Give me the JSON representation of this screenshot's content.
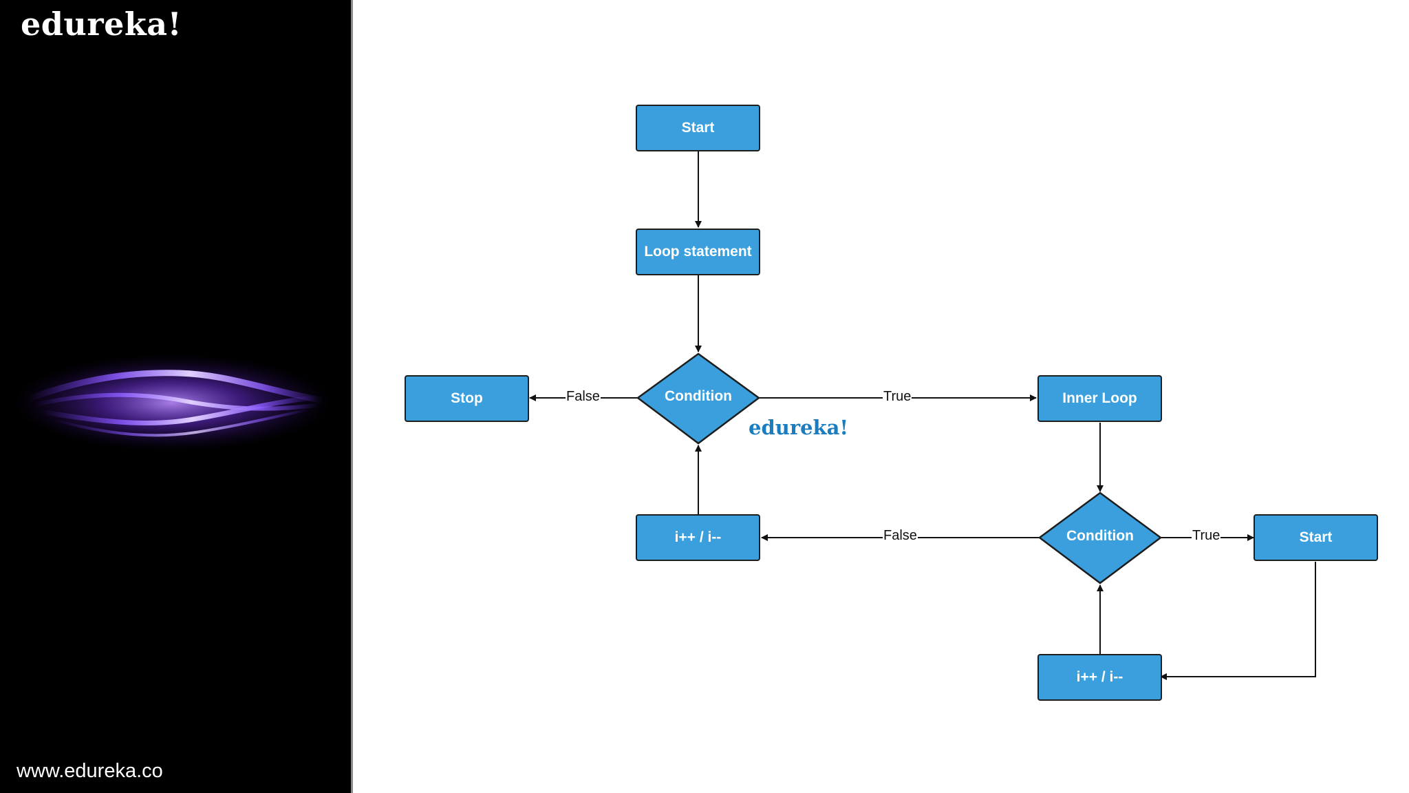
{
  "brand": {
    "logo_top": "edureka!",
    "footer_url": "www.edureka.co",
    "watermark": "edureka!"
  },
  "colors": {
    "node_fill": "#3a9fdc",
    "node_border": "#1d1d1d",
    "watermark": "#1b7dbf",
    "sidebar": "#000000",
    "wave_glow": "#9a5cff"
  },
  "diagram": {
    "nodes": {
      "start": "Start",
      "loop_statement": "Loop statement",
      "outer_condition": "Condition",
      "stop": "Stop",
      "inner_loop": "Inner Loop",
      "outer_increment": "i++ / i--",
      "inner_condition": "Condition",
      "inner_start": "Start",
      "inner_increment": "i++ / i--"
    },
    "edges": {
      "outer_false": "False",
      "outer_true": "True",
      "inner_false": "False",
      "inner_true": "True"
    }
  }
}
